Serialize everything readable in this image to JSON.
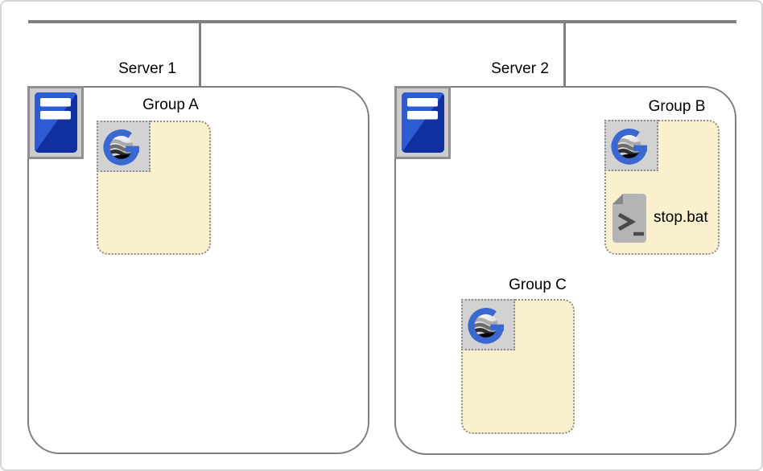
{
  "diagram": {
    "type": "deployment-topology",
    "network": {
      "icon": "network-bus-line"
    },
    "servers": [
      {
        "label": "Server 1",
        "icon": "server-tower-icon",
        "groups": [
          {
            "label": "Group A",
            "icon": "g-logo-icon",
            "items": []
          }
        ]
      },
      {
        "label": "Server 2",
        "icon": "server-tower-icon",
        "groups": [
          {
            "label": "Group B",
            "icon": "g-logo-icon",
            "items": [
              {
                "icon": "script-file-icon",
                "label": "stop.bat"
              }
            ]
          },
          {
            "label": "Group C",
            "icon": "g-logo-icon",
            "items": []
          }
        ]
      }
    ]
  },
  "colors": {
    "line_gray": "#808080",
    "box_border_gray": "#7f7f7f",
    "group_fill_cream": "#fbf0ce",
    "dotted_border_gray": "#8d8d8d",
    "icon_square_gray": "#d2d2d2",
    "logo_blue": "#3b68d0",
    "server_blue_light": "#2c5cd4",
    "server_blue_dark": "#10309f",
    "doc_gray": "#b4b4b4",
    "doc_fold_gray": "#868686",
    "canvas_border": "#d6d6d6"
  }
}
